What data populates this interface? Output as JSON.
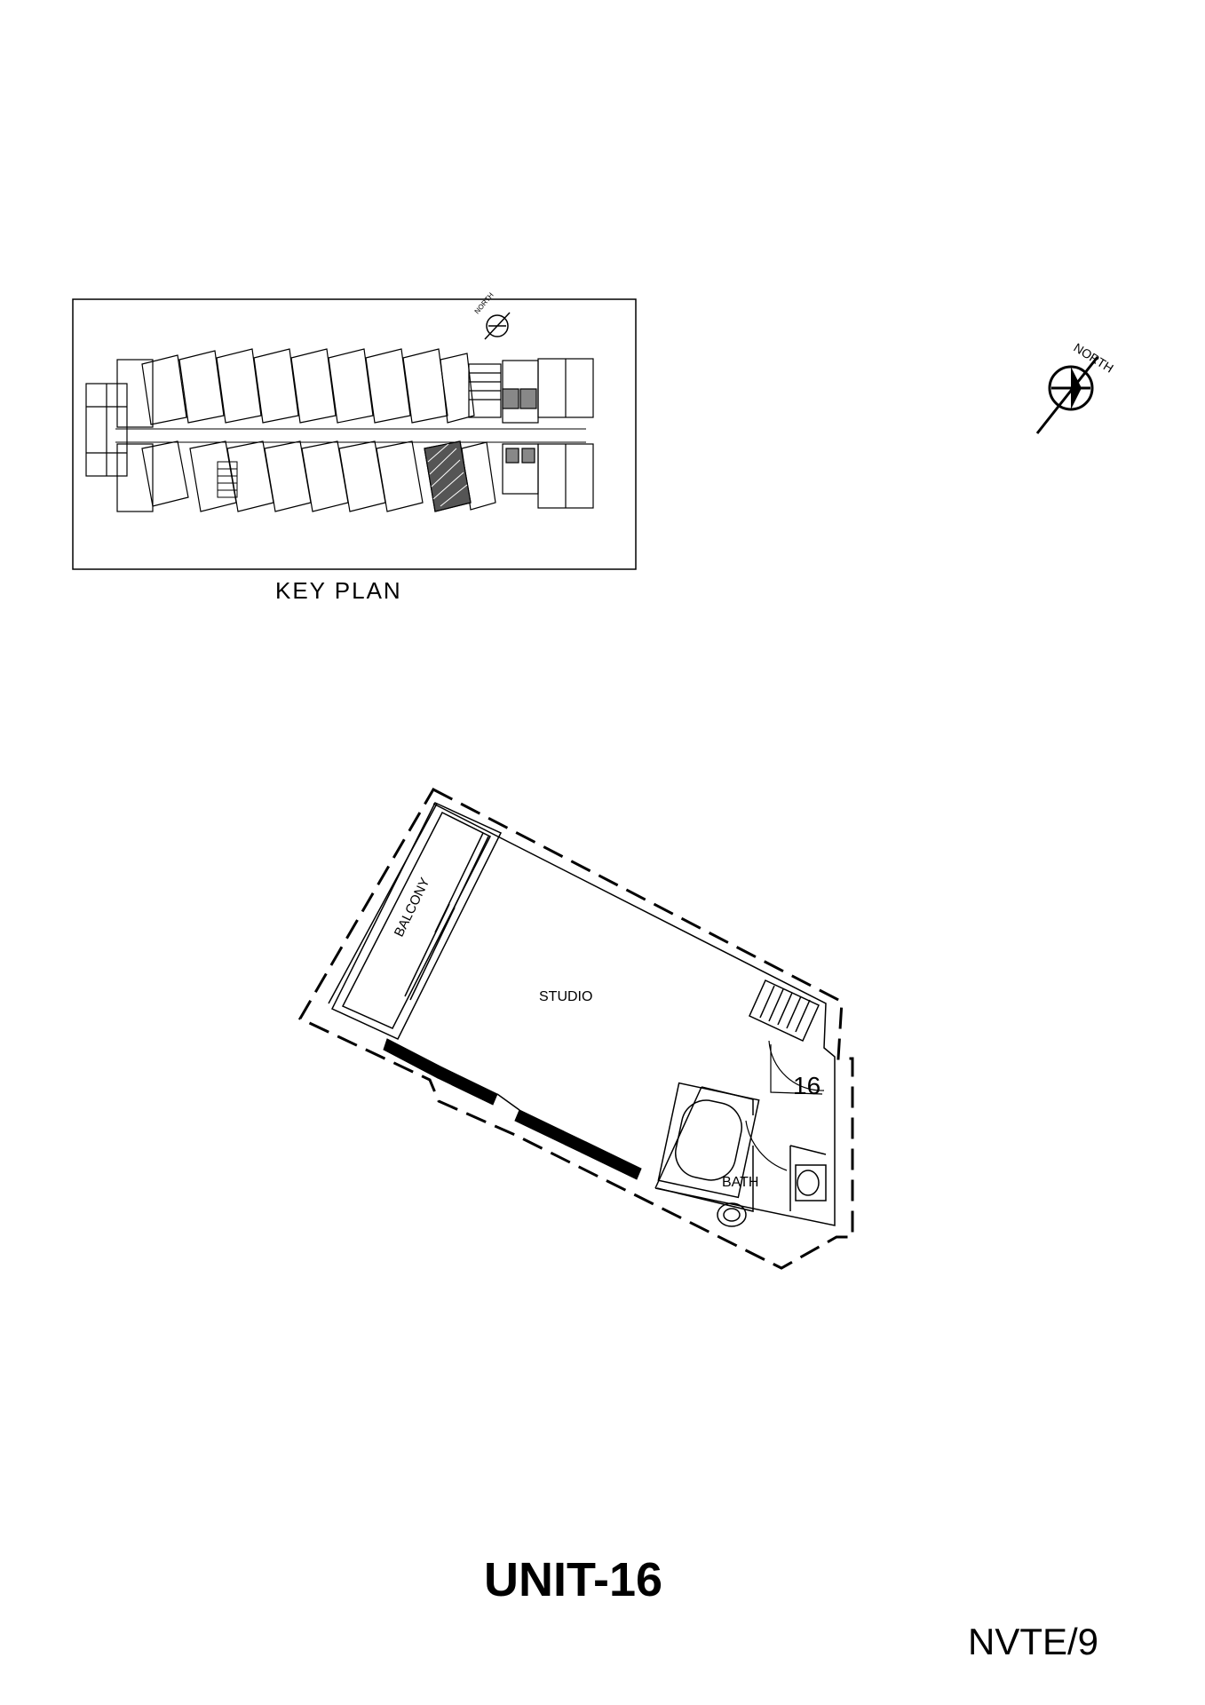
{
  "key_plan": {
    "caption": "KEY PLAN",
    "north_label": "NORTH"
  },
  "unit_plan": {
    "north_label": "NORTH",
    "rooms": {
      "balcony": "BALCONY",
      "studio": "STUDIO",
      "bath": "BATH"
    },
    "unit_number": "16"
  },
  "title": "UNIT-16",
  "sheet_id": "NVTE/9"
}
